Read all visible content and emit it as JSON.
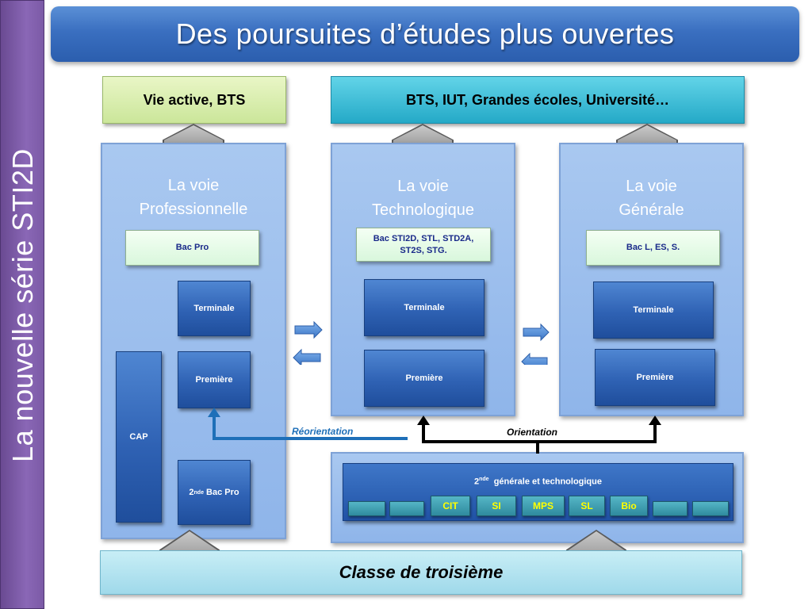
{
  "sidebar": {
    "text": "La nouvelle série STI2D"
  },
  "title": "Des poursuites d’études plus ouvertes",
  "destinations": {
    "vie_active": "Vie active, BTS",
    "etudes_sup": "BTS, IUT, Grandes écoles, Université…"
  },
  "voies": {
    "pro": {
      "title_line1": "La voie",
      "title_line2": "Professionnelle",
      "bac": "Bac Pro",
      "terminale": "Terminale",
      "premiere": "Première",
      "cap": "CAP",
      "seconde_sup": "nde",
      "seconde_num": "2",
      "seconde_rest": " Bac Pro"
    },
    "techno": {
      "title_line1": "La voie",
      "title_line2": "Technologique",
      "bac_line1": "Bac  STI2D, STL, STD2A,",
      "bac_line2": "ST2S, STG.",
      "terminale": "Terminale",
      "premiere": "Première"
    },
    "generale": {
      "title_line1": "La voie",
      "title_line2": "Générale",
      "bac": "Bac  L, ES, S.",
      "terminale": "Terminale",
      "premiere": "Première"
    }
  },
  "seconde": {
    "num": "2",
    "sup": "nde",
    "rest": "  générale et technologique",
    "options": [
      "CIT",
      "SI",
      "MPS",
      "SL",
      "Bio"
    ]
  },
  "labels": {
    "reorientation": "Réorientation",
    "orientation": "Orientation"
  },
  "troisieme": "Classe de troisième",
  "colors": {
    "sidebar": "#7b5aa6",
    "title_bar": "#3a6fc0",
    "panel": "#9dbeee",
    "block": "#2f62b4",
    "option_text": "#ffff00",
    "reorientation": "#1e6fb8",
    "orientation": "#000000"
  }
}
